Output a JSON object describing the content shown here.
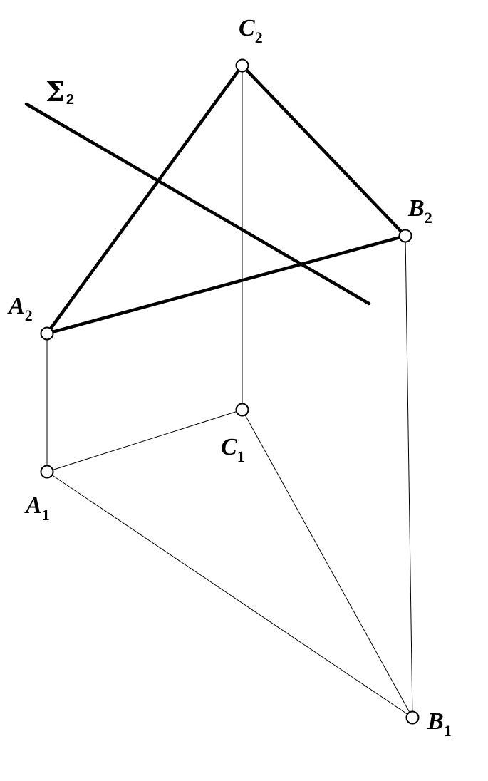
{
  "labels": {
    "c2": {
      "letter": "C",
      "sub": "2"
    },
    "b2": {
      "letter": "B",
      "sub": "2"
    },
    "a2": {
      "letter": "A",
      "sub": "2"
    },
    "c1": {
      "letter": "C",
      "sub": "1"
    },
    "a1": {
      "letter": "A",
      "sub": "1"
    },
    "b1": {
      "letter": "B",
      "sub": "1"
    },
    "sigma2": {
      "letter": "Σ",
      "sub": "2"
    }
  },
  "colors": {
    "line": "#000000",
    "background": "#ffffff"
  }
}
